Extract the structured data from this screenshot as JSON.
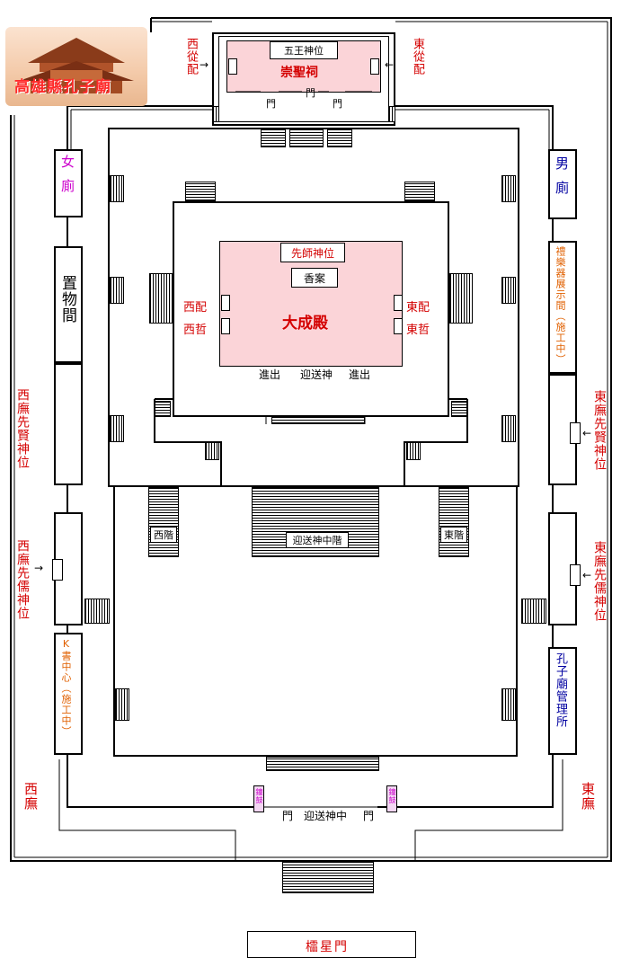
{
  "logo": {
    "text": "高雄縣孔子廟",
    "colors": {
      "sky": "#f3c9a8",
      "roof": "#8a3b1a",
      "text": "#ff2a2a"
    }
  },
  "shrine": {
    "title": "崇聖祠",
    "tablet": "五王神位",
    "west_follow": "西從配",
    "east_follow": "東從配",
    "door_left": "門",
    "door_mid": "門",
    "door_right": "門"
  },
  "west_column": {
    "women_restroom": "女廁",
    "storage": "置物間",
    "west_sages": "西廡先賢神位",
    "west_scholars": "西廡先儒神位",
    "k_book": "K書中心（施工中）",
    "west_wing": "西廡"
  },
  "east_column": {
    "men_restroom": "男廁",
    "instruments": "禮樂器展示間（施工中）",
    "east_sages": "東廡先賢神位",
    "east_scholars": "東廡先儒神位",
    "management": "孔子廟管理所",
    "east_wing": "東廡"
  },
  "main_hall": {
    "title": "大成殿",
    "tablet": "先師神位",
    "altar": "香案",
    "west_pei": "西配",
    "west_zhe": "西哲",
    "east_pei": "東配",
    "east_zhe": "東哲",
    "exit_left": "進出",
    "center_door": "迎送神",
    "exit_right": "進出"
  },
  "courtyard": {
    "west_steps": "西階",
    "center_steps": "迎送神中階",
    "east_steps": "東階"
  },
  "south_gate": {
    "left_door": "門",
    "center": "迎送神中",
    "right_door": "門",
    "left_drum": "鐘鼓",
    "right_drum": "鐘鼓"
  },
  "lingxing_gate": "櫺星門",
  "colors": {
    "label_red": "#d40000",
    "magenta": "#cc00cc",
    "orange": "#e06000",
    "navy": "#0000a0",
    "hall_pink": "#fbd4d8"
  }
}
